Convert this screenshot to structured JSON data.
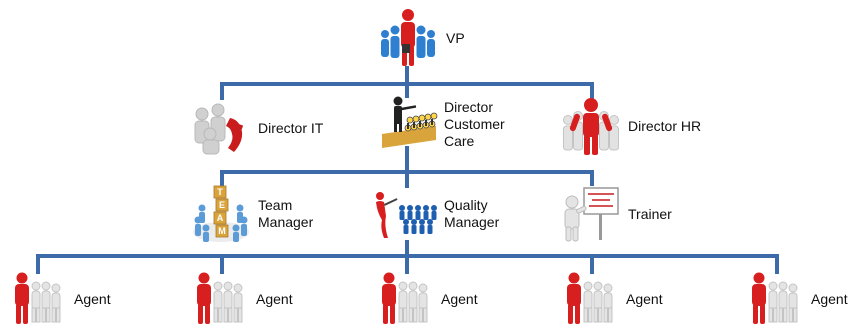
{
  "colors": {
    "connector": "#3d6aa8",
    "red_figure": "#d81f1f",
    "blue_figure": "#2e7fd0",
    "white_figure": "#e2e2e2",
    "gold": "#d9a43c"
  },
  "nodes": {
    "vp": {
      "label": "VP",
      "icon": "red-leader-blue-group-icon"
    },
    "director_it": {
      "label": "Director IT",
      "icon": "puzzle-figures-icon"
    },
    "director_cc": {
      "label_lines": [
        "Director",
        "Customer",
        "Care"
      ],
      "icon": "leader-with-team-icon"
    },
    "director_hr": {
      "label": "Director HR",
      "icon": "red-leader-white-group-icon"
    },
    "team_manager": {
      "label_lines": [
        "Team",
        "Manager"
      ],
      "icon": "team-circle-icon"
    },
    "quality_manager": {
      "label_lines": [
        "Quality",
        "Manager"
      ],
      "icon": "magnet-figures-icon"
    },
    "trainer": {
      "label": "Trainer",
      "icon": "training-board-icon"
    },
    "agents": [
      {
        "label": "Agent",
        "icon": "red-figure-group-icon"
      },
      {
        "label": "Agent",
        "icon": "red-figure-group-icon"
      },
      {
        "label": "Agent",
        "icon": "red-figure-group-icon"
      },
      {
        "label": "Agent",
        "icon": "red-figure-group-icon"
      },
      {
        "label": "Agent",
        "icon": "red-figure-group-icon"
      }
    ]
  }
}
